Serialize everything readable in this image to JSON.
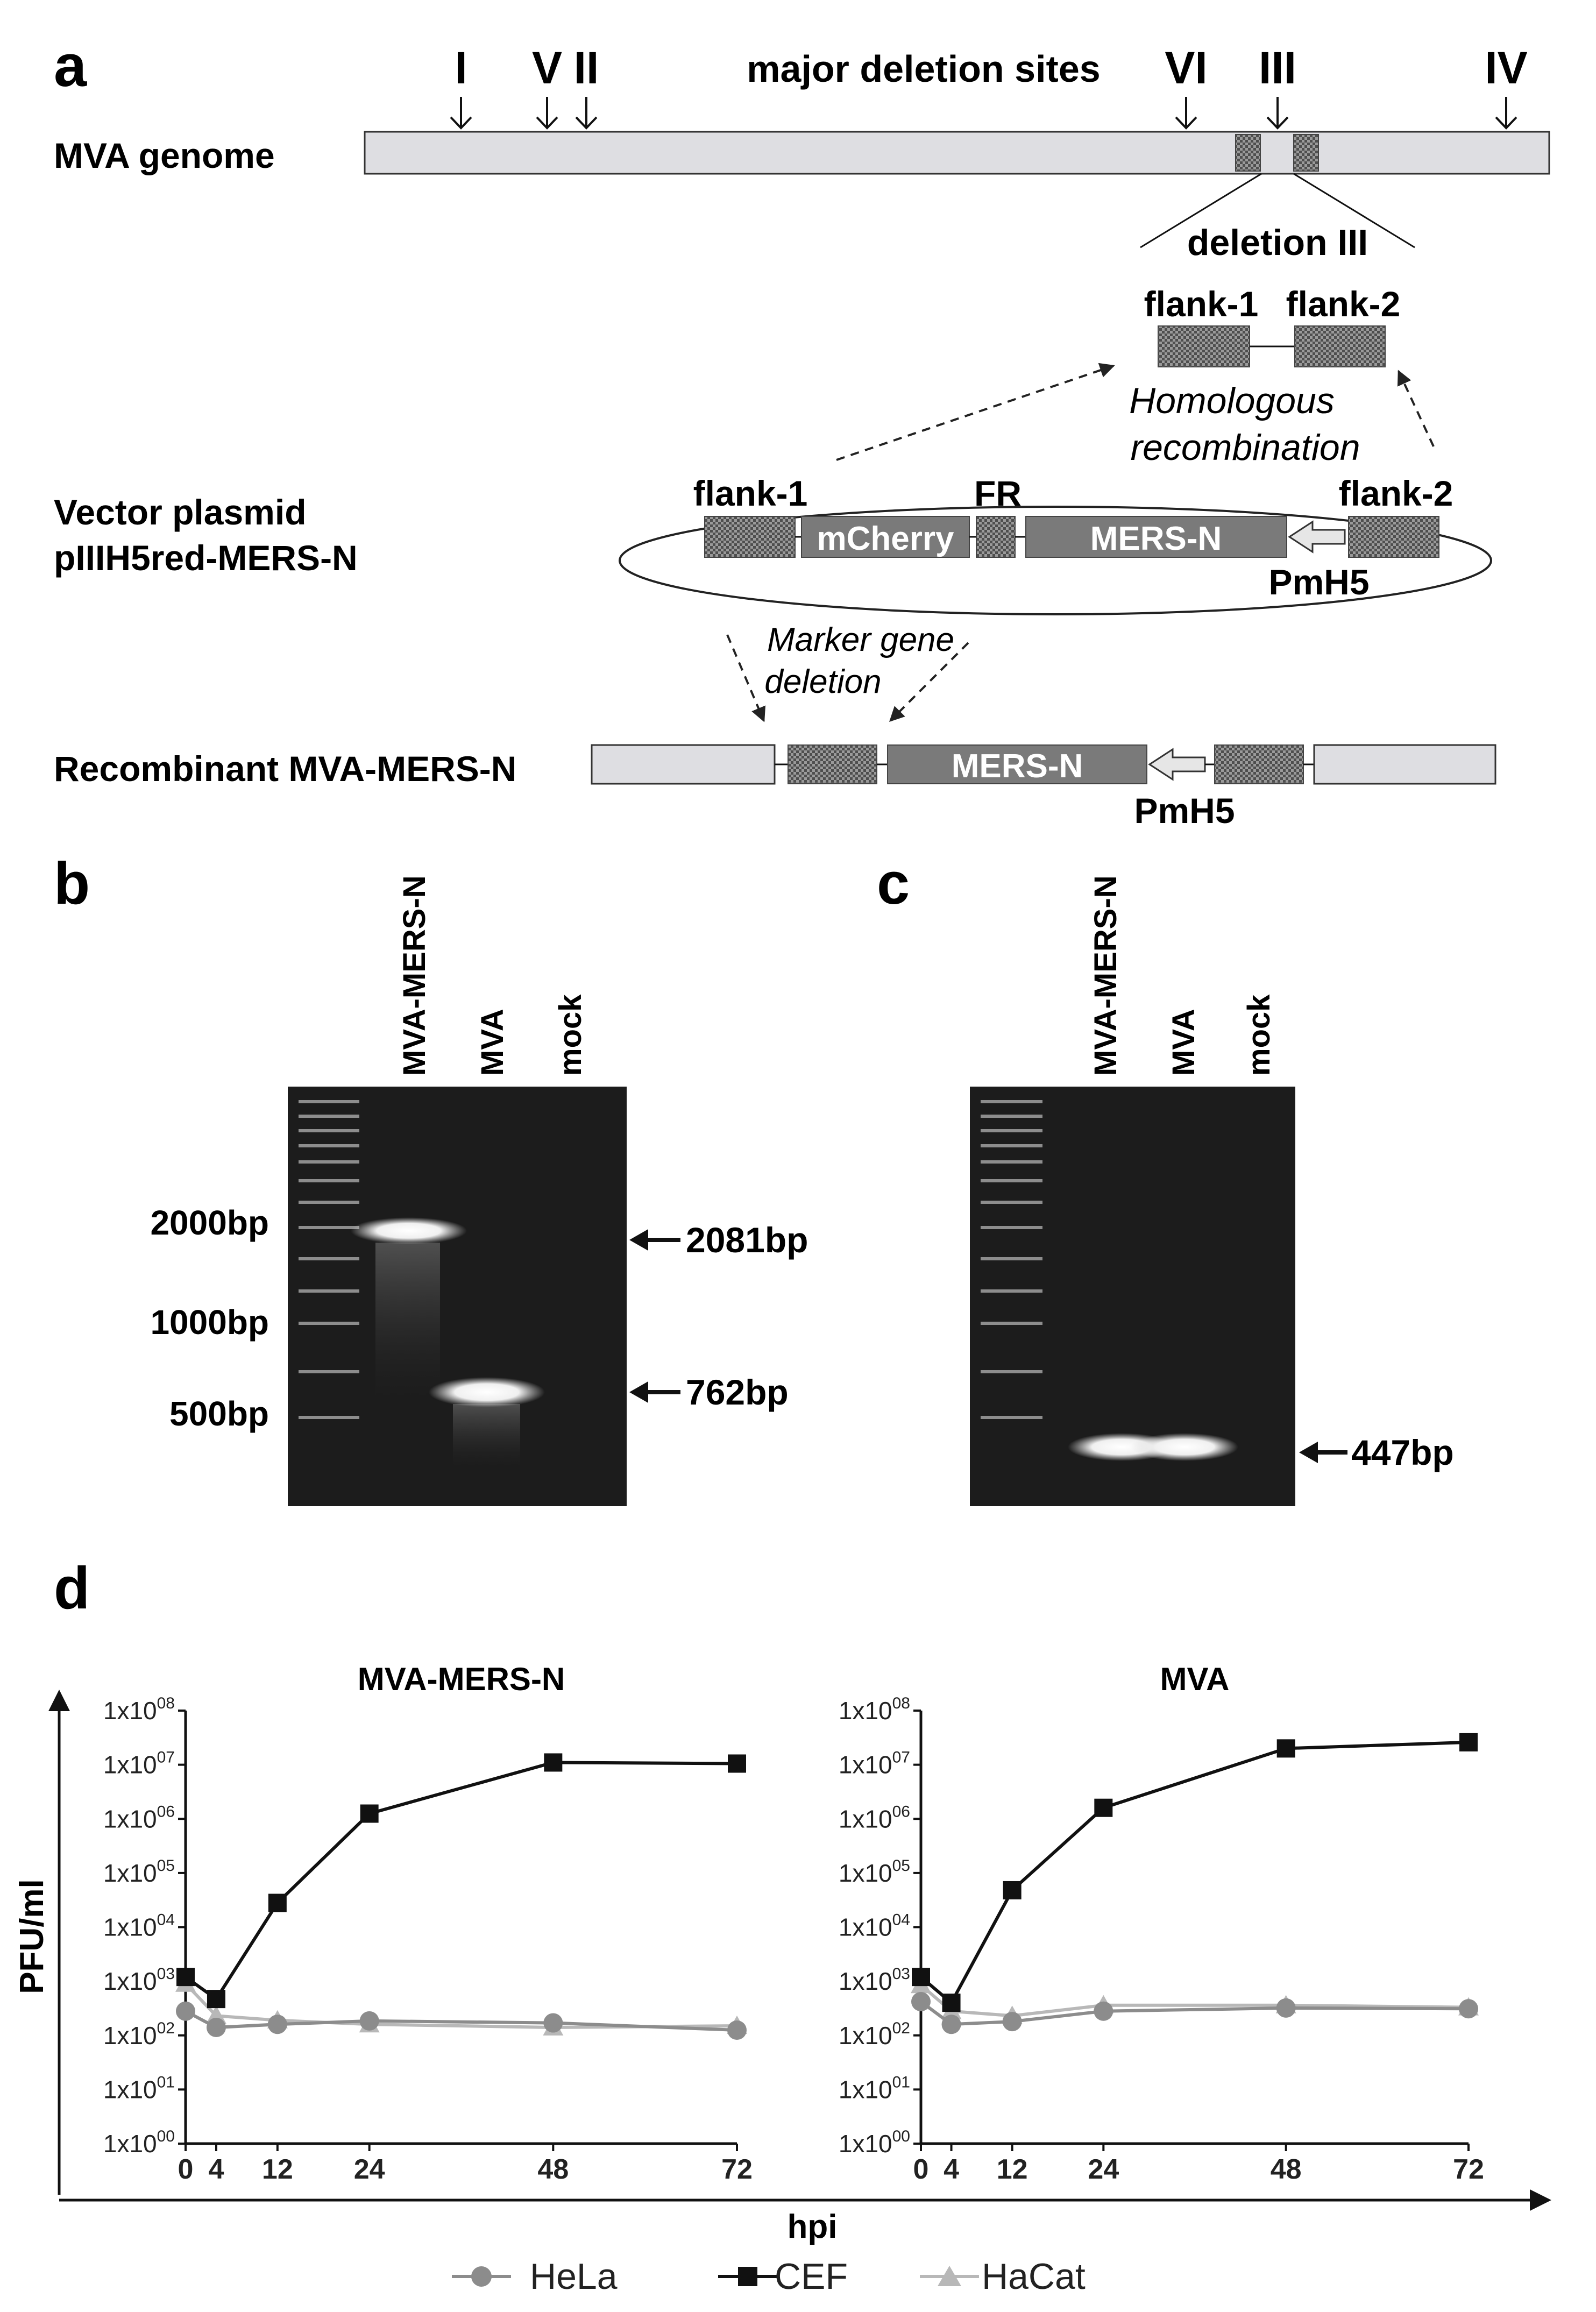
{
  "panel_a": {
    "label": "a",
    "genome_label": "MVA genome",
    "deletion_sites_label": "major deletion sites",
    "site_I": "I",
    "site_V": "V",
    "site_II": "II",
    "site_VI": "VI",
    "site_III": "III",
    "site_IV": "IV",
    "deletion_III_label": "deletion III",
    "flank1_label": "flank-1",
    "flank2_label": "flank-2",
    "homologous_line1": "Homologous",
    "homologous_line2": "recombination",
    "plasmid_line1": "Vector plasmid",
    "plasmid_line2": "pIIIH5red-MERS-N",
    "plasmid_flank1": "flank-1",
    "plasmid_fr": "FR",
    "plasmid_flank2": "flank-2",
    "mcherry_label": "mCherry",
    "mers_n_label": "MERS-N",
    "pmh5_label": "PmH5",
    "marker_line1": "Marker gene",
    "marker_line2": "deletion",
    "recombinant_label": "Recombinant MVA-MERS-N",
    "recombinant_mers_n": "MERS-N",
    "recombinant_pmh5": "PmH5"
  },
  "panel_b": {
    "label": "b",
    "lanes": [
      "MVA-MERS-N",
      "MVA",
      "mock"
    ],
    "markers": [
      "2000bp",
      "1000bp",
      "500bp"
    ],
    "bands": [
      "2081bp",
      "762bp"
    ]
  },
  "panel_c": {
    "label": "c",
    "lanes": [
      "MVA-MERS-N",
      "MVA",
      "mock"
    ],
    "bands": [
      "447bp"
    ]
  },
  "panel_d": {
    "label": "d",
    "ylabel": "PFU/ml",
    "xlabel": "hpi",
    "tick_prefix": "1x10"
  },
  "chart_data": [
    {
      "type": "line",
      "title": "MVA-MERS-N",
      "xlabel": "hpi",
      "ylabel": "PFU/ml",
      "yscale": "log",
      "ylim": [
        1,
        100000000
      ],
      "x": [
        0,
        4,
        12,
        24,
        48,
        72
      ],
      "xticks": [
        0,
        4,
        12,
        24,
        48,
        72
      ],
      "yticks": [
        0,
        1,
        2,
        3,
        4,
        5,
        6,
        7,
        8
      ],
      "series": [
        {
          "name": "HeLa",
          "color": "#8c8c8c",
          "marker": "circle",
          "values": [
            280,
            140,
            160,
            185,
            170,
            125
          ]
        },
        {
          "name": "CEF",
          "color": "#111111",
          "marker": "square",
          "values": [
            1200,
            470,
            28000,
            1250000,
            11000000,
            10500000
          ]
        },
        {
          "name": "HaCat",
          "color": "#b8b8b8",
          "marker": "triangle",
          "values": [
            900,
            230,
            190,
            160,
            140,
            150
          ]
        }
      ]
    },
    {
      "type": "line",
      "title": "MVA",
      "xlabel": "hpi",
      "ylabel": "PFU/ml",
      "yscale": "log",
      "ylim": [
        1,
        100000000
      ],
      "x": [
        0,
        4,
        12,
        24,
        48,
        72
      ],
      "xticks": [
        0,
        4,
        12,
        24,
        48,
        72
      ],
      "yticks": [
        0,
        1,
        2,
        3,
        4,
        5,
        6,
        7,
        8
      ],
      "series": [
        {
          "name": "HeLa",
          "color": "#8c8c8c",
          "marker": "circle",
          "values": [
            420,
            160,
            180,
            280,
            320,
            310
          ]
        },
        {
          "name": "CEF",
          "color": "#111111",
          "marker": "square",
          "values": [
            1200,
            400,
            48000,
            1600000,
            20000000,
            26000000
          ]
        },
        {
          "name": "HaCat",
          "color": "#b8b8b8",
          "marker": "triangle",
          "values": [
            850,
            280,
            230,
            360,
            360,
            330
          ]
        }
      ]
    }
  ]
}
